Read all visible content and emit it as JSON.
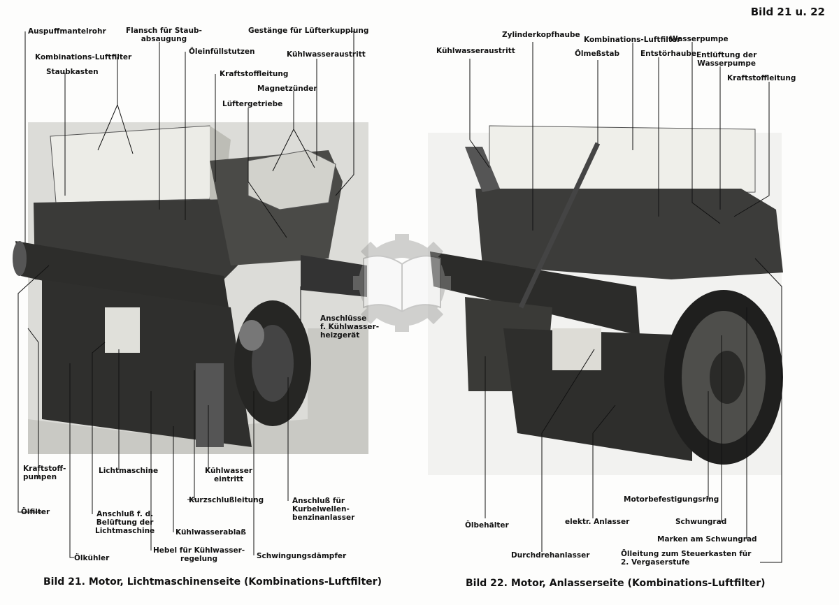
{
  "page_number": "Bild 21 u. 22",
  "figure_left": {
    "caption": "Bild 21.  Motor, Lichtmaschinenseite (Kombinations-Luftfilter)",
    "labels": {
      "auspuff": "Auspuffmantelrohr",
      "flansch": "Flansch für Staub-\nabsaugung",
      "gestaenge": "Gestänge für Lüfterkupplung",
      "kombi": "Kombinations-Luftfilter",
      "oelfuell": "Öleinfüllstutzen",
      "kuehlaus": "Kühlwasseraustritt",
      "staubkasten": "Staubkasten",
      "kraftstoffleitung": "Kraftstoffleitung",
      "magnet": "Magnetzünder",
      "luefter": "Lüftergetriebe",
      "anschluesse": "Anschlüsse\nf. Kühlwasser-\nheizgerät",
      "kraftpumpen": "Kraftstoff-\npumpen",
      "lichtmaschine": "Lichtmaschine",
      "kuehlein": "Kühlwasser\neintritt",
      "kurzschluss": "Kurzschlußleitung",
      "anschlussKurbel": "Anschluß für\nKurbelwellen-\nbenzinanlasser",
      "oelfilter": "Ölfilter",
      "anschlussBel": "Anschluß f. d.\nBelüftung der\nLichtmaschine",
      "ablass": "Kühlwasserablaß",
      "oelkuehler": "Ölkühler",
      "hebel": "Hebel für Kühlwasser-\nregelung",
      "schwingung": "Schwingungsdämpfer"
    }
  },
  "figure_right": {
    "caption": "Bild 22.  Motor, Anlasserseite (Kombinations-Luftfilter)",
    "labels": {
      "zylinder": "Zylinderkopfhaube",
      "kombi": "Kombinations-Luftfilter",
      "wasserpumpe": "Wasserpumpe",
      "kuehlaus": "Kühlwasseraustritt",
      "oelmess": "Ölmeßstab",
      "entstoer": "Entstörhaube",
      "entlueftung": "Entlüftung der\nWasserpumpe",
      "kraftstoffleitung": "Kraftstoffleitung",
      "motorbef": "Motorbefestigungsring",
      "oelbehaelter": "Ölbehälter",
      "anlasser": "elektr. Anlasser",
      "schwungrad": "Schwungrad",
      "marken": "Marken am Schwungrad",
      "durchdreh": "Durchdrehanlasser",
      "oelleitung": "Ölleitung zum Steuerkasten für\n2. Vergaserstufe"
    }
  },
  "colors": {
    "ink": "#111111",
    "paper": "#fdfdfc",
    "photo_bg_left": "#d9d9d6",
    "photo_bg_right": "#f4f4f2"
  }
}
